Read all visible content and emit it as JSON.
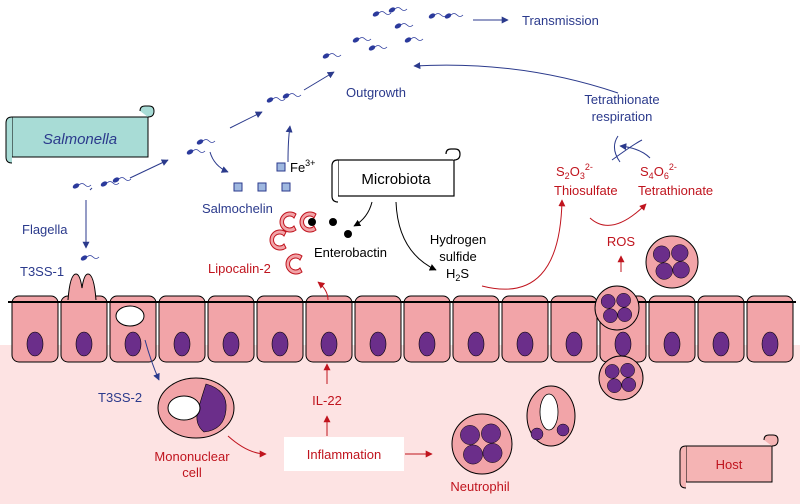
{
  "labels": {
    "salmonella": "Salmonella",
    "flagella": "Flagella",
    "t3ss1": "T3SS-1",
    "t3ss2": "T3SS-2",
    "mononuclear_line1": "Mononuclear",
    "mononuclear_line2": "cell",
    "inflammation": "Inflammation",
    "neutrophil": "Neutrophil",
    "il22": "IL-22",
    "lipocalin2": "Lipocalin-2",
    "enterobactin": "Enterobactin",
    "salmochelin": "Salmochelin",
    "fe_base": "Fe",
    "fe_sup": "3+",
    "microbiota": "Microbiota",
    "hydrogen_line1": "Hydrogen",
    "hydrogen_line2": "sulfide",
    "h2s_h": "H",
    "h2s_sub": "2",
    "h2s_s": "S",
    "thiosulfate_name": "Thiosulfate",
    "thiosulfate_f1": "S",
    "thiosulfate_f2": "2",
    "thiosulfate_f3": "O",
    "thiosulfate_f4": "3",
    "thiosulfate_charge": "2-",
    "tetrathionate_name": "Tetrathionate",
    "tetrathionate_f1": "S",
    "tetrathionate_f2": "4",
    "tetrathionate_f3": "O",
    "tetrathionate_f4": "6",
    "tetrathionate_charge": "2-",
    "ros": "ROS",
    "tetrathionate_resp_line1": "Tetrathionate",
    "tetrathionate_resp_line2": "respiration",
    "outgrowth": "Outgrowth",
    "transmission": "Transmission",
    "host": "Host"
  },
  "colors": {
    "blue_text": "#2b3a8c",
    "red_text": "#c0141e",
    "cell_fill": "#f2a4a8",
    "nucleus": "#6b2e8a",
    "lumen_bg": "#fde3e3",
    "scroll_teal": "#a8dcd6",
    "scroll_pink": "#f5b4b4",
    "bacteria": "#2b3a9c"
  }
}
